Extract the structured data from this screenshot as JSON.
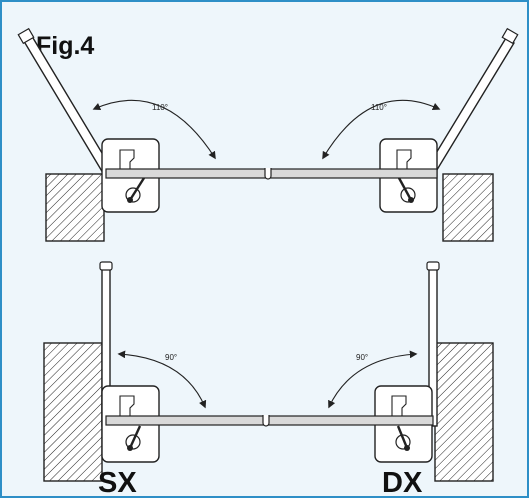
{
  "figure": {
    "title": "Fig.4",
    "top_diagram": {
      "angle_left": "110°",
      "angle_right": "110°"
    },
    "bottom_diagram": {
      "angle_left": "90°",
      "angle_right": "90°"
    },
    "side_labels": {
      "left": "SX",
      "right": "DX"
    }
  },
  "colors": {
    "frame_border": "#2e8fc7",
    "frame_fill": "#eef6fb",
    "line": "#222222",
    "bar_fill": "#d9d9d9",
    "hatch_fill": "#ffffff"
  }
}
